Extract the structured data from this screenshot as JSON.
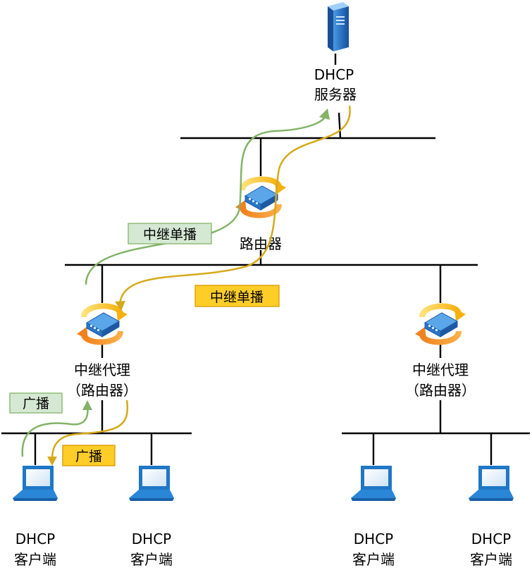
{
  "server": {
    "label_line1": "DHCP",
    "label_line2": "服务器"
  },
  "core_router": {
    "label": "路由器"
  },
  "relay_left": {
    "label_line1": "中继代理",
    "label_line2": "（路由器）"
  },
  "relay_right": {
    "label_line1": "中继代理",
    "label_line2": "（路由器）"
  },
  "clients": [
    {
      "line1": "DHCP",
      "line2": "客户端"
    },
    {
      "line1": "DHCP",
      "line2": "客户端"
    },
    {
      "line1": "DHCP",
      "line2": "客户端"
    },
    {
      "line1": "DHCP",
      "line2": "客户端"
    }
  ],
  "tags": {
    "relay_unicast_green": "中继单播",
    "relay_unicast_orange": "中继单播",
    "broadcast_green": "广播",
    "broadcast_orange": "广播"
  },
  "colors": {
    "green_path": "#82b366",
    "green_fill": "#d5e8d4",
    "orange_path": "#d6a91b",
    "orange_fill": "#ffcd28",
    "orange_stroke": "#d79b00",
    "device_blue": "#1f77c6"
  },
  "icons": {
    "server": "server-icon",
    "router": "router-icon",
    "client": "laptop-icon"
  }
}
